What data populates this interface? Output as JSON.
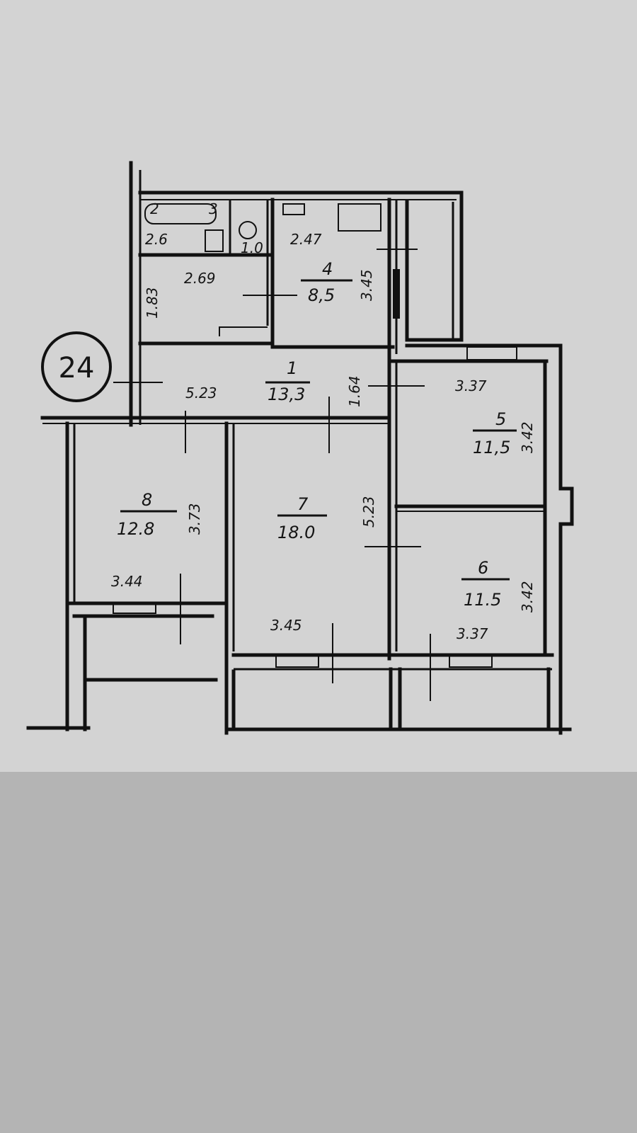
{
  "plan": {
    "apartment_number": "24",
    "rooms": [
      {
        "number": "1",
        "area": "13,3"
      },
      {
        "number": "4",
        "area": "8,5"
      },
      {
        "number": "5",
        "area": "11,5"
      },
      {
        "number": "6",
        "area": "11.5"
      },
      {
        "number": "7",
        "area": "18.0"
      },
      {
        "number": "8",
        "area": "12.8"
      }
    ],
    "wet_core": {
      "bath_number": "2",
      "toilet_number": "3"
    },
    "dimensions": {
      "bath_width": "2.6",
      "wc_width": "1.0",
      "hall_length": "2.69",
      "hall_width": "1.83",
      "kitchen_width": "2.47",
      "kitchen_length": "3.45",
      "corridor_length": "5.23",
      "corridor_width": "1.64",
      "room7_length": "5.23",
      "room7_width": "3.45",
      "room8_length": "3.73",
      "room8_width": "3.44",
      "room5_width": "3.37",
      "room5_length": "3.42",
      "room6_width": "3.37",
      "room6_length": "3.42"
    }
  }
}
